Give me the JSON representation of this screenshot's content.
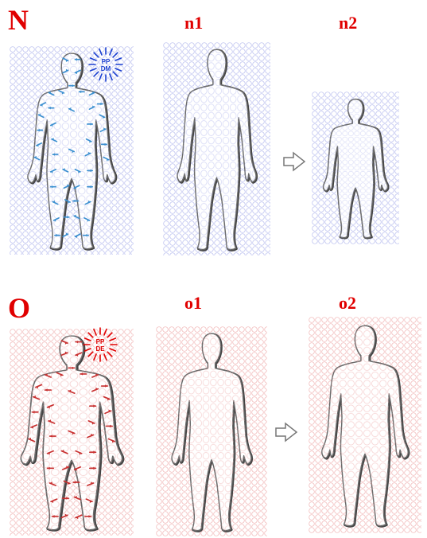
{
  "rows": [
    {
      "letter": "N",
      "sub1": "n1",
      "sub2": "n2",
      "badge_lines": [
        "PP",
        "DM"
      ],
      "accent": "#1a3fd0",
      "grid_color": "#b7bcee",
      "arrow_color": "#3a8fd0",
      "body_fill": "#ffffff"
    },
    {
      "letter": "O",
      "sub1": "o1",
      "sub2": "o2",
      "badge_lines": [
        "PP",
        "DE"
      ],
      "accent": "#e00000",
      "grid_color": "#f0b4b4",
      "arrow_color": "#c83030",
      "body_fill": "#ffffff"
    }
  ],
  "colors": {
    "label": "#e00000",
    "outline": "#6a6a6a",
    "transition_arrow": "#777777"
  },
  "icons": {
    "transition": "right-arrow-outline-icon",
    "badge": "sunburst-badge-icon"
  }
}
